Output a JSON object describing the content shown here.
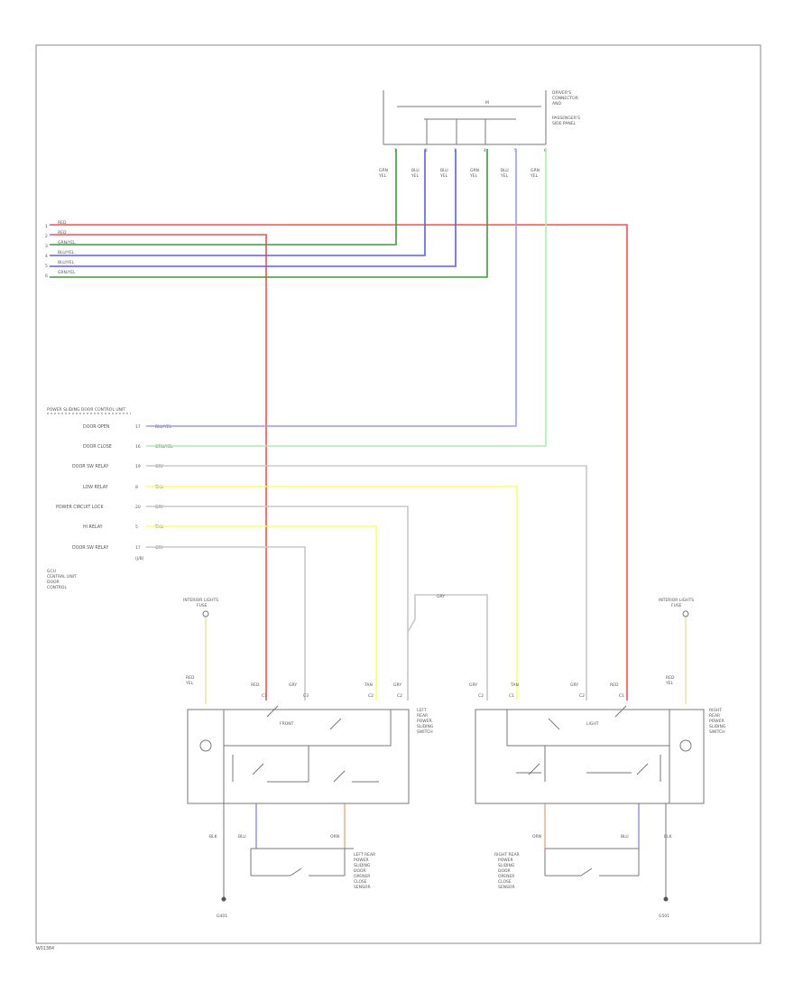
{
  "footer_code": "W01384",
  "connector": {
    "title": [
      "DRIVER'S",
      "CONNECTOR",
      "AND",
      "PASSENGER'S",
      "SIDE PANEL"
    ],
    "pins": [
      "1",
      "2",
      "3",
      "4",
      "5",
      "6"
    ],
    "wire_codes": [
      [
        "GRN",
        "YEL"
      ],
      [
        "BLU",
        "YEL"
      ],
      [
        "BLU",
        "YEL"
      ],
      [
        "GRN",
        "YEL"
      ],
      [
        "BLU",
        "YEL"
      ],
      [
        "GRN",
        "YEL"
      ]
    ]
  },
  "harness": {
    "pins": [
      "1",
      "2",
      "3",
      "4",
      "5",
      "6"
    ],
    "wires": [
      "RED",
      "RED",
      "GRN/YEL",
      "BLU/YEL",
      "BLU/YEL",
      "GRN/YEL"
    ]
  },
  "control_unit": {
    "header": "POWER SLIDING DOOR CONTROL UNIT",
    "rows": [
      {
        "name": "DOOR OPEN",
        "pin": "17",
        "wire": "BLU/YEL"
      },
      {
        "name": "DOOR CLOSE",
        "pin": "16",
        "wire": "GRN/YEL"
      },
      {
        "name": "DOOR SW RELAY",
        "pin": "19",
        "wire": "GRY"
      },
      {
        "name": "LOW RELAY",
        "pin": "8",
        "wire": "TAN"
      },
      {
        "name": "POWER CIRCUIT LOCK",
        "pin": "20",
        "wire": "GRY"
      },
      {
        "name": "HI RELAY",
        "pin": "5",
        "wire": "TAN"
      },
      {
        "name": "DOOR SW RELAY",
        "pin": "17",
        "wire": "GRY"
      }
    ],
    "sub_label": "(J/B)",
    "side_note": [
      "GCU",
      "CENTRAL UNIT",
      "DOOR",
      "CONTROL"
    ]
  },
  "left_module": {
    "top_label": [
      "INTERIOR LIGHTS",
      "FUSE"
    ],
    "feed_wire": [
      "RED",
      "YEL"
    ],
    "pins": [
      "C1",
      "C3",
      "C2",
      "C2"
    ],
    "pin_wires": [
      "RED",
      "GRY",
      "TAN",
      "GRY"
    ],
    "relay_label": "FRONT",
    "side_label": [
      "LEFT",
      "REAR",
      "POWER",
      "SLIDING",
      "SWITCH"
    ],
    "bottom_wires": [
      "BLK",
      "BLU",
      "ORN"
    ],
    "bottom_label": [
      "LEFT REAR",
      "POWER",
      "SLIDING",
      "DOOR",
      "OPENER",
      "CLOSE",
      "SENSOR"
    ],
    "ground": "G401"
  },
  "right_module": {
    "top_label": [
      "INTERIOR LIGHTS",
      "FUSE"
    ],
    "feed_wire": [
      "RED",
      "YEL"
    ],
    "pins": [
      "C2",
      "C1",
      "C2",
      "C1"
    ],
    "pin_wires": [
      "GRY",
      "TAN",
      "GRY",
      "RED"
    ],
    "relay_label": "LIGHT",
    "side_label": [
      "RIGHT",
      "REAR",
      "POWER",
      "SLIDING",
      "SWITCH"
    ],
    "bottom_wires": [
      "ORN",
      "BLU",
      "BLK"
    ],
    "bottom_label": [
      "RIGHT REAR",
      "POWER",
      "SLIDING",
      "DOOR",
      "OPENER",
      "CLOSE",
      "SENSOR"
    ],
    "ground": "G501"
  },
  "jumper_wire": "GRY",
  "colors": {
    "red": "#ff4d4d",
    "green": "#3c9b3c",
    "light_green": "#a6f0a6",
    "blue": "#5b5bff",
    "light_blue": "#9a9aff",
    "yellow": "#ffff66",
    "pale_yellow": "#e8e8a0",
    "orange": "#f5b48a",
    "gray": "#c8c8c8",
    "black": "#666666"
  }
}
